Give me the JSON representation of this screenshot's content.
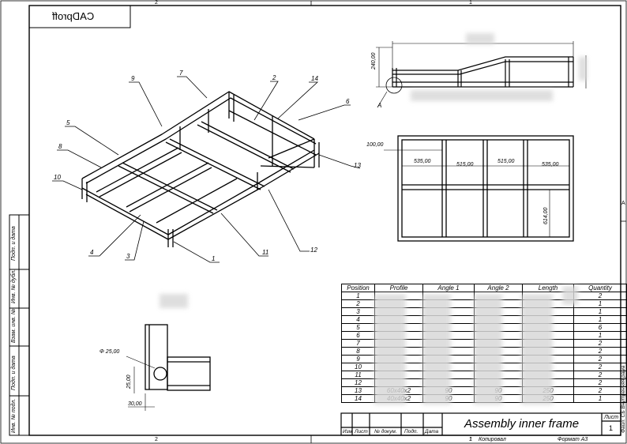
{
  "stamp": "CADproff",
  "zones": {
    "top_left": "2",
    "top_right": "1",
    "bottom_left": "2",
    "bottom_right": "1",
    "side_right": "A",
    "side_left_view": "A"
  },
  "left_strip": [
    "Подп. и дата",
    "Инв. № дубл.",
    "Взам. инв. №",
    "Подп. и дата",
    "Инв. № подл."
  ],
  "iso_callouts": [
    "9",
    "7",
    "2",
    "14",
    "6",
    "5",
    "8",
    "10",
    "13",
    "4",
    "3",
    "1",
    "11",
    "12"
  ],
  "top_view_dims": {
    "height": "240,00",
    "detail": "A"
  },
  "plan_dims": [
    "100,00",
    "535,00",
    "515,00",
    "515,00",
    "535,00",
    "614,00"
  ],
  "detail_dims": {
    "diameter": "Φ 25,00",
    "offset_v": "25,00",
    "offset_h": "30,00"
  },
  "bom": {
    "headers": [
      "Position",
      "Profile",
      "Angle 1",
      "Angle 2",
      "Length",
      "Quantity"
    ],
    "rows": [
      {
        "pos": "1",
        "qty": "2"
      },
      {
        "pos": "2",
        "qty": "1"
      },
      {
        "pos": "3",
        "qty": "1"
      },
      {
        "pos": "4",
        "qty": "1"
      },
      {
        "pos": "5",
        "qty": "6"
      },
      {
        "pos": "6",
        "qty": "1"
      },
      {
        "pos": "7",
        "qty": "2"
      },
      {
        "pos": "8",
        "qty": "2"
      },
      {
        "pos": "9",
        "qty": "2"
      },
      {
        "pos": "10",
        "qty": "2"
      },
      {
        "pos": "11",
        "qty": "2"
      },
      {
        "pos": "12",
        "qty": "2"
      },
      {
        "pos": "13",
        "profile": "60x40x2",
        "a1": "90",
        "a2": "90",
        "len": "250",
        "qty": "2"
      },
      {
        "pos": "14",
        "profile": "40x40x2",
        "a1": "90",
        "a2": "90",
        "len": "250",
        "qty": "1"
      }
    ]
  },
  "title_block": {
    "title": "Assembly inner frame",
    "sheet_label": "Лист",
    "sheet_no": "1",
    "cols": [
      "Изм",
      "Лист",
      "№ докум.",
      "Подп.",
      "Дата"
    ],
    "copied_label": "Копировал",
    "copied_no": "1",
    "format": "Формат А3",
    "file": "Файл: СБ Внутренняя рама"
  }
}
